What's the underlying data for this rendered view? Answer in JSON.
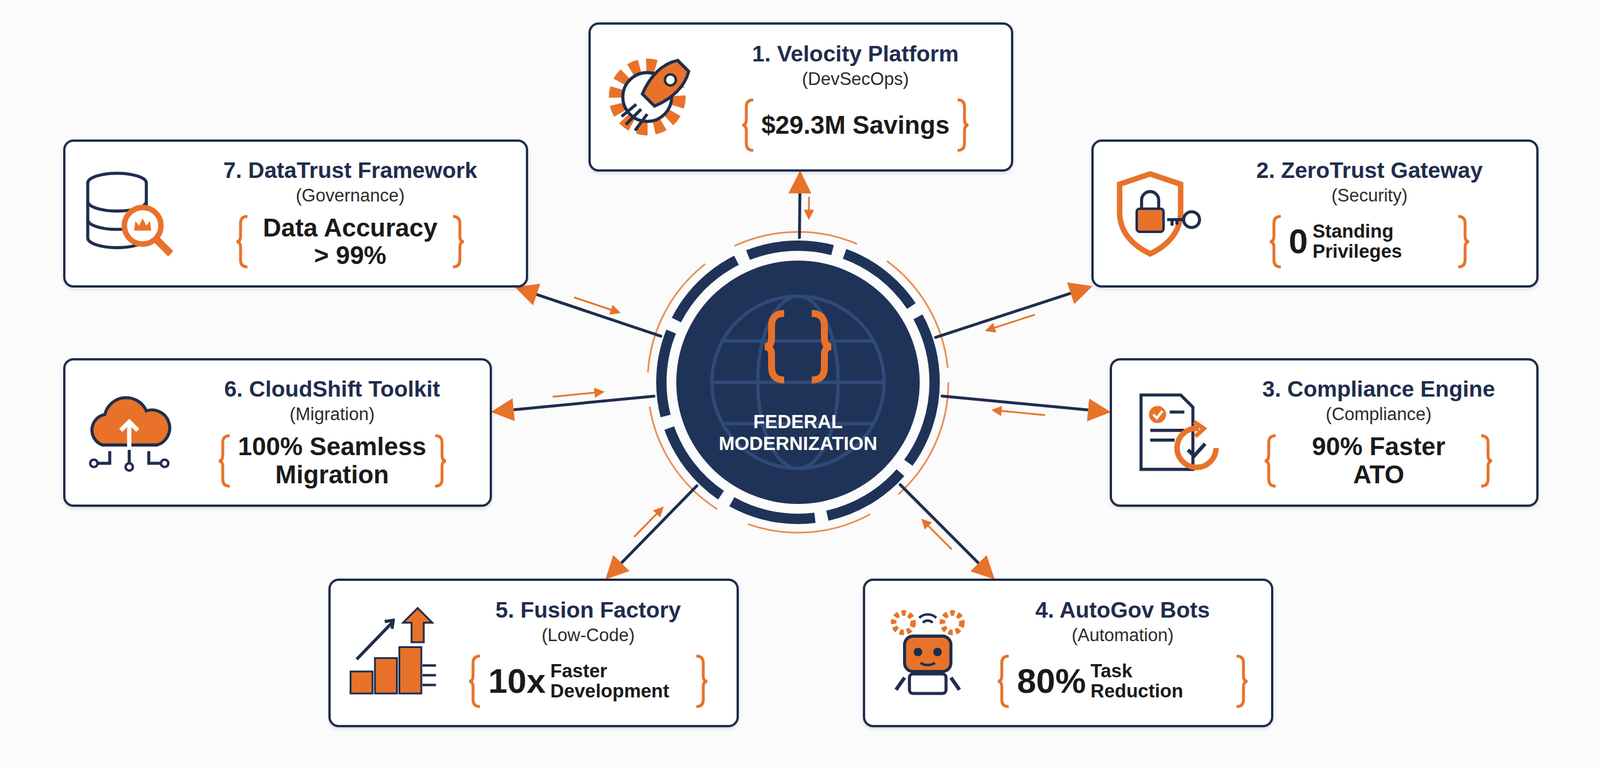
{
  "diagram": {
    "nodes": [
      {
        "text": [
          "1. Velocity Platform",
          "(DevSecOps)",
          "$29.3M Savings"
        ]
      },
      {
        "text": [
          "2. ZeroTrust Gateway",
          "(Security)",
          "0",
          "Standing Privileges"
        ]
      },
      {
        "text": [
          "3. Compliance Engine",
          "(Compliance)",
          "90% Faster ATO"
        ]
      },
      {
        "text": [
          "4. AutoGov Bots",
          "(Automation)",
          "80%",
          "Task Reduction"
        ]
      },
      {
        "text": [
          "5. Fusion Factory",
          "(Low-Code)",
          "10x",
          "Faster Development"
        ]
      },
      {
        "text": [
          "6. CloudShift Toolkit",
          "(Migration)",
          "100% Seamless Migration"
        ]
      },
      {
        "text": [
          "7. DataTrust Framework",
          "(Governance)",
          "Data Accuracy > 99%"
        ]
      },
      {
        "text": [
          "FEDERAL MODERNIZATION"
        ]
      }
    ],
    "edges": [
      {
        "from": 7,
        "to": 0,
        "arrow": "to"
      },
      {
        "from": 7,
        "to": 1,
        "arrow": "to"
      },
      {
        "from": 7,
        "to": 2,
        "arrow": "to"
      },
      {
        "from": 7,
        "to": 3,
        "arrow": "to"
      },
      {
        "from": 7,
        "to": 4,
        "arrow": "to"
      },
      {
        "from": 7,
        "to": 5,
        "arrow": "to"
      },
      {
        "from": 7,
        "to": 6,
        "arrow": "to"
      }
    ]
  }
}
